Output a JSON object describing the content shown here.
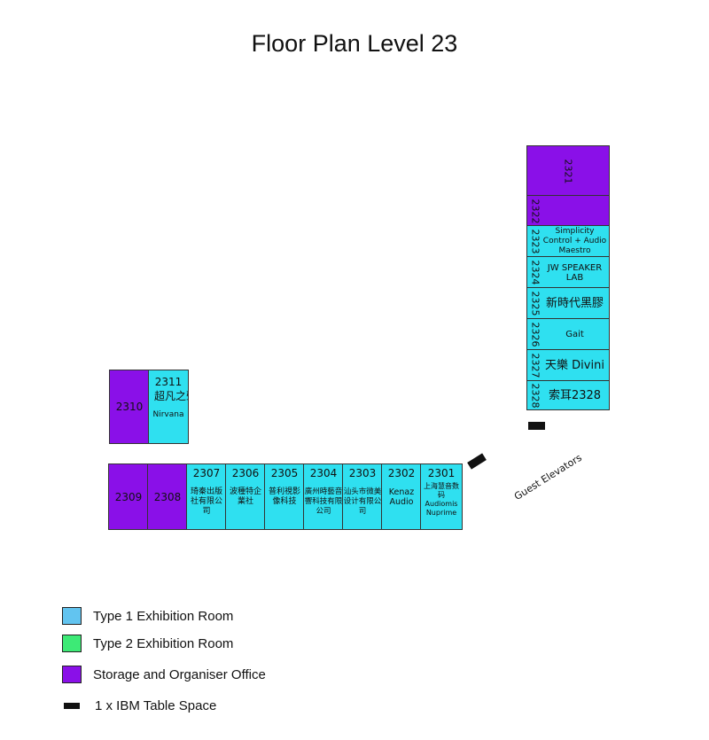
{
  "title": "Floor Plan Level 23",
  "colors": {
    "type1": "#2fe0f0",
    "type2": "#3dea76",
    "storage": "#8a10e8",
    "ibm": "#111111",
    "swatch_type1": "#62c4f0"
  },
  "rooms_row": [
    {
      "num": "2309",
      "name": "",
      "type": "storage"
    },
    {
      "num": "2308",
      "name": "",
      "type": "storage"
    },
    {
      "num": "2307",
      "name": "琦秦出版社有限公司",
      "type": "type1"
    },
    {
      "num": "2306",
      "name": "波種特企業社",
      "type": "type1"
    },
    {
      "num": "2305",
      "name": "普利視影像科技",
      "type": "type1"
    },
    {
      "num": "2304",
      "name": "廣州時藝音響科技有限公司",
      "type": "type1"
    },
    {
      "num": "2303",
      "name": "汕头市微美设计有限公司",
      "type": "type1"
    },
    {
      "num": "2302",
      "name": "Kenaz Audio",
      "type": "type1"
    },
    {
      "num": "2301",
      "name": "上海慧音数码 Audiomis Nuprime",
      "type": "type1"
    }
  ],
  "rooms_left": [
    {
      "num": "2310",
      "name": "",
      "type": "storage"
    },
    {
      "num": "2311",
      "name": "超凡之聲",
      "sub": "Nirvana",
      "type": "type1"
    }
  ],
  "rooms_right": [
    {
      "num": "2321",
      "name": "",
      "type": "storage"
    },
    {
      "num": "2322",
      "name": "",
      "type": "storage"
    },
    {
      "num": "2323",
      "name": "Simplicity Control + Audio Maestro",
      "type": "type1"
    },
    {
      "num": "2324",
      "name": "JW SPEAKER LAB",
      "type": "type1"
    },
    {
      "num": "2325",
      "name": "新時代黑膠",
      "type": "type1"
    },
    {
      "num": "2326",
      "name": "Gait",
      "type": "type1"
    },
    {
      "num": "2327",
      "name": "天樂 Divini",
      "type": "type1"
    },
    {
      "num": "2328",
      "name": "索耳2328",
      "type": "type1"
    }
  ],
  "guest_label": "Guest Elevators",
  "legend": [
    {
      "label": "Type 1 Exhibition Room"
    },
    {
      "label": "Type 2 Exhibition Room"
    },
    {
      "label": "Storage and Organiser Office"
    },
    {
      "label": "1 x IBM Table Space"
    }
  ]
}
